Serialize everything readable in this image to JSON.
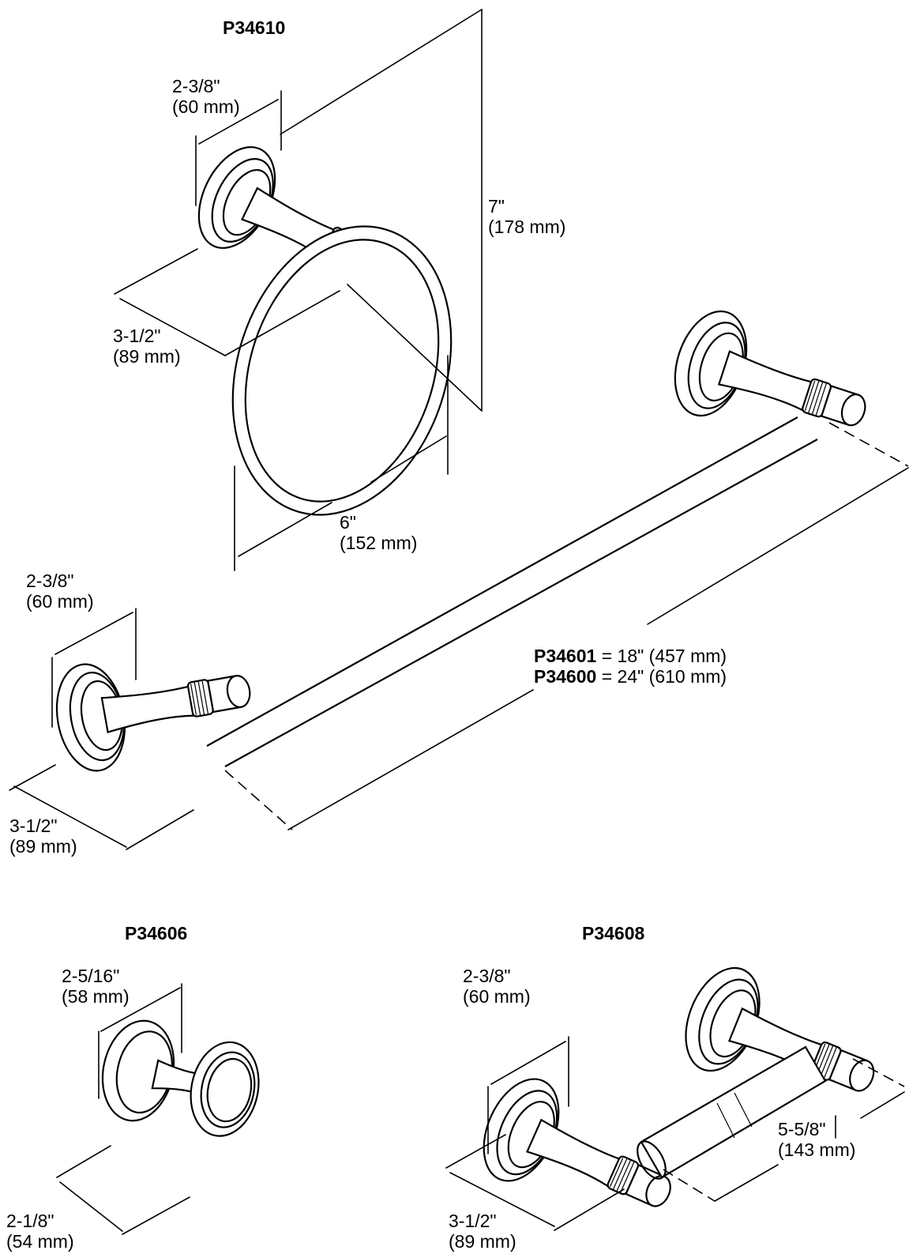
{
  "models": {
    "ring": "P34610",
    "robe_hook": "P34606",
    "paper_holder": "P34608"
  },
  "variants": [
    {
      "model": "P34601",
      "eq": " = ",
      "size": "18\" (457 mm)"
    },
    {
      "model": "P34600",
      "eq": " = ",
      "size": "24\" (610 mm)"
    }
  ],
  "dims": {
    "ring_flange": {
      "in": "2-3/8\"",
      "mm": "(60 mm)"
    },
    "ring_projection": {
      "in": "3-1/2\"",
      "mm": "(89 mm)"
    },
    "ring_height": {
      "in": "7\"",
      "mm": "(178 mm)"
    },
    "ring_width": {
      "in": "6\"",
      "mm": "(152 mm)"
    },
    "bar_flange": {
      "in": "2-3/8\"",
      "mm": "(60 mm)"
    },
    "bar_projection": {
      "in": "3-1/2\"",
      "mm": "(89 mm)"
    },
    "hook_flange": {
      "in": "2-5/16\"",
      "mm": "(58 mm)"
    },
    "hook_projection": {
      "in": "2-1/8\"",
      "mm": "(54 mm)"
    },
    "holder_flange": {
      "in": "2-3/8\"",
      "mm": "(60 mm)"
    },
    "holder_projection": {
      "in": "3-1/2\"",
      "mm": "(89 mm)"
    },
    "holder_length": {
      "in": "5-5/8\"",
      "mm": "(143 mm)"
    }
  }
}
